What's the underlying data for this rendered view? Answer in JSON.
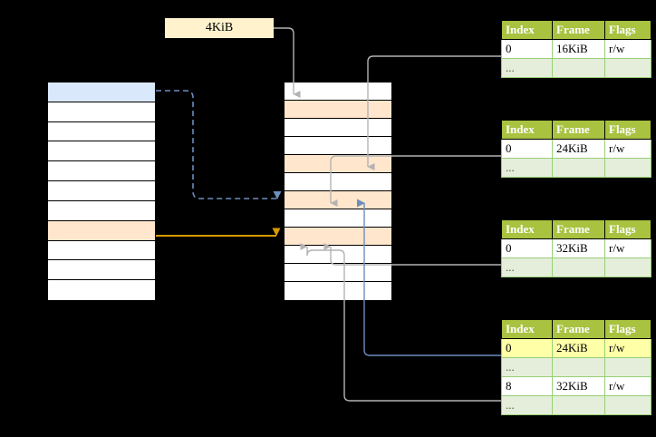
{
  "diagram": {
    "title_label": "4KiB",
    "page_size_label": "4KiB",
    "colors": {
      "selected_blue": "#dae8fc",
      "selected_orange": "#ffe6cc",
      "table_header_green": "#a9c23f",
      "table_alt_row": "#e5eeda",
      "highlight_yellow": "#ffffa8",
      "orange_arrow": "#d79b00",
      "blue_arrow": "#6c8ebf",
      "gray_arrow": "#b3b3b3",
      "background": "#000000"
    }
  },
  "virtual_column": {
    "name": "virtual-address-space",
    "row_count": 11,
    "rows": [
      {
        "fill": "blue"
      },
      {
        "fill": "white"
      },
      {
        "fill": "white"
      },
      {
        "fill": "white"
      },
      {
        "fill": "white"
      },
      {
        "fill": "white"
      },
      {
        "fill": "white"
      },
      {
        "fill": "orange"
      },
      {
        "fill": "white"
      },
      {
        "fill": "white"
      },
      {
        "fill": "white"
      }
    ]
  },
  "physical_column": {
    "name": "physical-memory",
    "row_count": 12,
    "rows": [
      {
        "fill": "white"
      },
      {
        "fill": "orange"
      },
      {
        "fill": "white"
      },
      {
        "fill": "white"
      },
      {
        "fill": "orange"
      },
      {
        "fill": "white"
      },
      {
        "fill": "orange"
      },
      {
        "fill": "white"
      },
      {
        "fill": "orange"
      },
      {
        "fill": "white"
      },
      {
        "fill": "white"
      },
      {
        "fill": "white"
      }
    ]
  },
  "tables": [
    {
      "name": "page-table-1",
      "headers": [
        "Index",
        "Frame",
        "Flags"
      ],
      "rows": [
        {
          "cells": [
            "0",
            "16KiB",
            "r/w"
          ],
          "style": "normal",
          "highlight": [
            false,
            false,
            false
          ]
        },
        {
          "cells": [
            "...",
            "",
            ""
          ],
          "style": "alt",
          "highlight": [
            false,
            false,
            false
          ]
        }
      ]
    },
    {
      "name": "page-table-2",
      "headers": [
        "Index",
        "Frame",
        "Flags"
      ],
      "rows": [
        {
          "cells": [
            "0",
            "24KiB",
            "r/w"
          ],
          "style": "normal",
          "highlight": [
            false,
            false,
            false
          ]
        },
        {
          "cells": [
            "...",
            "",
            ""
          ],
          "style": "alt",
          "highlight": [
            false,
            false,
            false
          ]
        }
      ]
    },
    {
      "name": "page-table-3",
      "headers": [
        "Index",
        "Frame",
        "Flags"
      ],
      "rows": [
        {
          "cells": [
            "0",
            "32KiB",
            "r/w"
          ],
          "style": "normal",
          "highlight": [
            false,
            false,
            false
          ]
        },
        {
          "cells": [
            "...",
            "",
            ""
          ],
          "style": "alt",
          "highlight": [
            false,
            false,
            false
          ]
        }
      ]
    },
    {
      "name": "page-table-4",
      "headers": [
        "Index",
        "Frame",
        "Flags"
      ],
      "rows": [
        {
          "cells": [
            "0",
            "24KiB",
            "r/w"
          ],
          "style": "normal",
          "highlight": [
            true,
            true,
            true
          ]
        },
        {
          "cells": [
            "...",
            "",
            ""
          ],
          "style": "alt",
          "highlight": [
            false,
            false,
            false
          ]
        },
        {
          "cells": [
            "8",
            "32KiB",
            "r/w"
          ],
          "style": "normal",
          "highlight": [
            false,
            false,
            false
          ]
        },
        {
          "cells": [
            "...",
            "",
            ""
          ],
          "style": "alt",
          "highlight": [
            false,
            false,
            false
          ]
        }
      ]
    }
  ]
}
